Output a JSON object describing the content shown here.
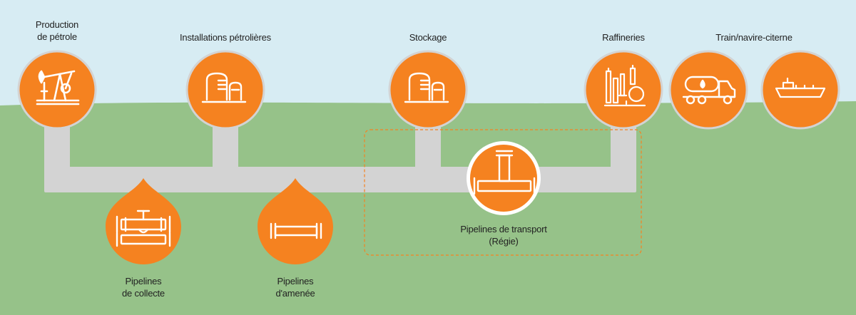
{
  "colors": {
    "sky": "#d7ecf3",
    "ground": "#96c289",
    "pipe": "#d3d3d3",
    "accent": "#f58220",
    "icon": "#ffffff"
  },
  "nodes": {
    "production": {
      "line1": "Production",
      "line2": "de pétrole",
      "icon": "pumpjack-icon"
    },
    "installations": {
      "line1": "Installations pétrolières",
      "icon": "storage-tanks-icon"
    },
    "stockage": {
      "line1": "Stockage",
      "icon": "storage-tanks-icon"
    },
    "raffineries": {
      "line1": "Raffineries",
      "icon": "refinery-icon"
    },
    "train": {
      "line1": "Train/navire-citerne",
      "icons": [
        "tanker-truck-icon",
        "tanker-ship-icon"
      ]
    },
    "collecte": {
      "line1": "Pipelines",
      "line2": "de collecte",
      "icon": "pipe-valve-icon"
    },
    "amenee": {
      "line1": "Pipelines",
      "line2": "d'amenée",
      "icon": "pipe-icon"
    },
    "transport": {
      "line1": "Pipelines de transport",
      "line2": "(Régie)",
      "icon": "pipe-tee-icon"
    }
  }
}
